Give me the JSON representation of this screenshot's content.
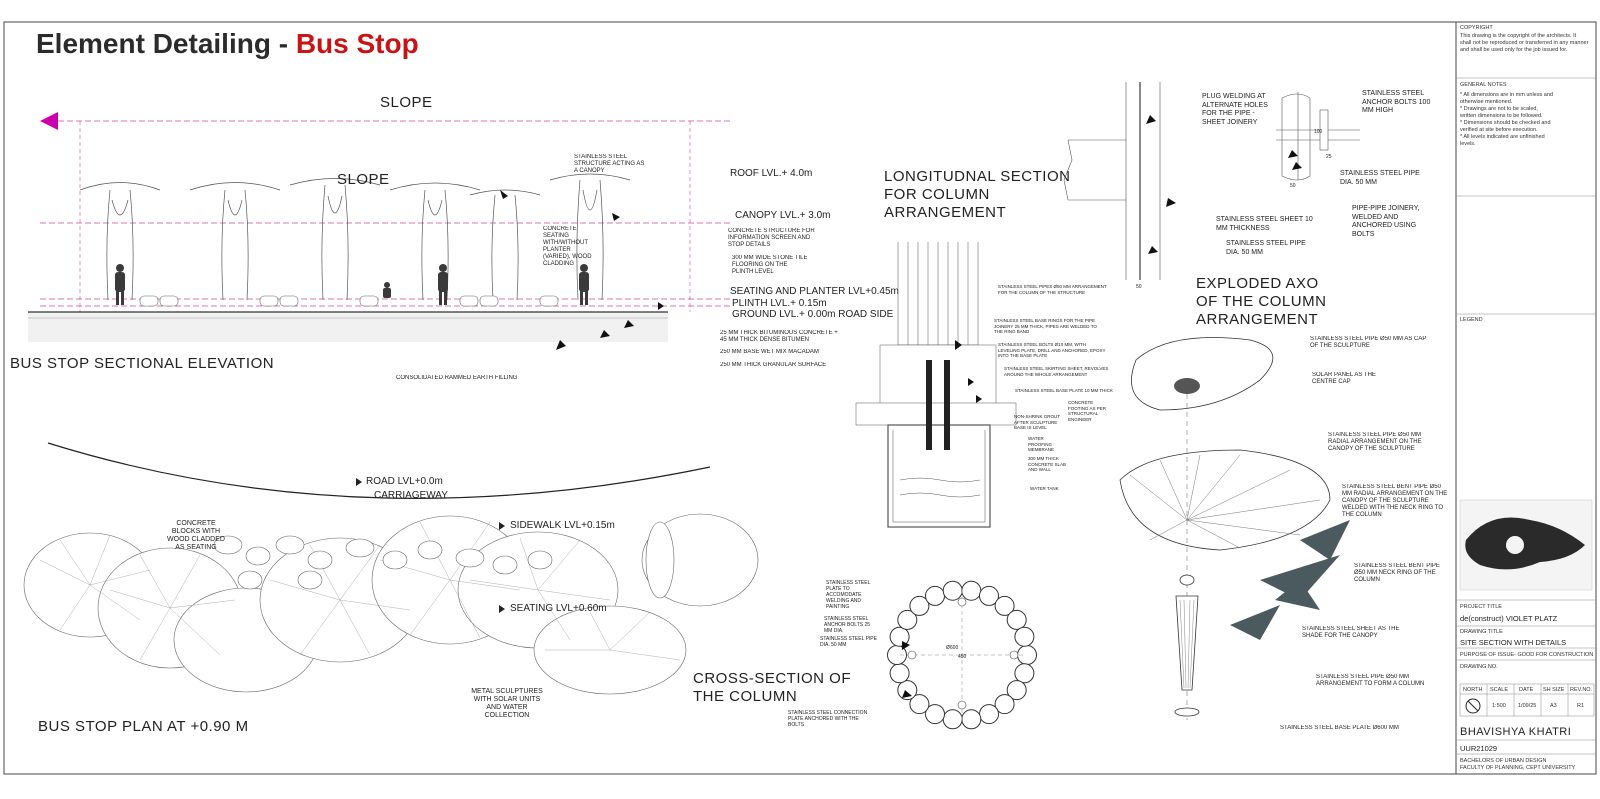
{
  "title": {
    "main": "Element Detailing - ",
    "accent": "Bus Stop"
  },
  "colors": {
    "accent": "#c81414",
    "level_line": "#d04aa0",
    "shade": "#4a5a5e",
    "arrow": "#cc00aa"
  },
  "elevation": {
    "heading": "BUS STOP SECTIONAL ELEVATION",
    "slope_top": "SLOPE",
    "slope_mid": "SLOPE",
    "levels": {
      "roof": "ROOF LVL.+ 4.0m",
      "canopy": "CANOPY LVL.+ 3.0m",
      "seating": "SEATING AND PLANTER LVL+0.45m",
      "plinth": "PLINTH LVL.+ 0.15m",
      "ground": "GROUND LVL.+ 0.00m ROAD SIDE"
    },
    "notes": {
      "steel": "STAINLESS STEEL STRUCTURE ACTING AS A CANOPY",
      "concrete_seating": "CONCRETE SEATING WITH/WITHOUT PLANTER (VARIED), WOOD CLADDING",
      "info_screen": "CONCRETE STRUCTURE FOR INFORMATION SCREEN AND STOP DETAILS",
      "stone_tile": "300 MM WIDE STONE TILE FLOORING ON THE PLINTH LEVEL",
      "bituminous": "25 MM THICK BITUMINOUS CONCRETE + 45 MM THICK DENSE BITUMEN",
      "macadam": "250 MM BASE WET MIX MACADAM",
      "granular": "250 MM THICK GRANULAR SURFACE",
      "earth": "CONSOLIDATED RAMMED EARTH FILLING"
    }
  },
  "plan": {
    "heading": "BUS STOP PLAN AT +0.90 M",
    "road": "ROAD LVL+0.0m",
    "carriageway": "CARRIAGEWAY",
    "sidewalk": "SIDEWALK LVL+0.15m",
    "seating": "SEATING LVL+0.60m",
    "blocks": "CONCRETE BLOCKS WITH WOOD CLADDED AS SEATING",
    "sculptures": "METAL SCULPTURES WITH SOLAR UNITS AND WATER COLLECTION"
  },
  "longitudinal": {
    "heading_1": "LONGITUDNAL SECTION",
    "heading_2": "FOR COLUMN",
    "heading_3": "ARRANGEMENT",
    "notes": [
      "STAINLESS STEEL PIPES Ø50 MM ARRANGEMENT FOR THE COLUMN OF THE STRUCTURE",
      "STAINLESS STEEL BASE RINGS FOR THE PIPE JOINERY 25 MM THICK, PIPES ARE WELDED TO THE RING BAND",
      "STAINLESS STEEL BOLTS Ø10 MM, WITH LEVELING PLATE, DRILL AND ANCHORED, EPOXY INTO THE BASE PLATE",
      "STAINLESS STEEL SKIRTING SHEET, REVOLVES AROUND THE WHOLE ARRANGEMENT",
      "STAINLESS STEEL BASE PLATE 10 MM THICK",
      "CONCRETE FOOTING AS PER STRUCTURAL ENGINEER",
      "NON-SHRINK GROUT AFTER SCULPTURE BASE IS LEVEL",
      "WATER PROOFING MEMBRANE",
      "300 MM THICK CONCRETE SLAB AND WALL",
      "WATER TANK"
    ]
  },
  "pipe_detail": {
    "plug_welding": "PLUG WELDING AT ALTERNATE HOLES FOR THE PIPE - SHEET JOINERY",
    "sheet": "STAINLESS STEEL SHEET 10 MM THICKNESS",
    "pipe_a": "STAINLESS STEEL PIPE DIA. 50 MM",
    "anchor": "STAINLESS STEEL ANCHOR BOLTS 100 MM HIGH",
    "pipe_b": "STAINLESS STEEL PIPE DIA. 50 MM",
    "joinery": "PIPE-PIPE JOINERY, WELDED AND ANCHORED USING BOLTS",
    "dim_a": "50",
    "dim_b": "25",
    "dim_c": "50",
    "dim_d": "100"
  },
  "cross_section": {
    "heading_1": "CROSS-SECTION OF",
    "heading_2": "THE COLUMN",
    "plate": "STAINLESS STEEL PLATE TO ACCOMODATE WELDING AND PAINTING",
    "anchor": "STAINLESS STEEL ANCHOR BOLTS 25 MM DIA.",
    "pipe": "STAINLESS STEEL PIPE DIA. 50 MM",
    "connection": "STAINLESS STEEL CONNECTION PLATE ANCHORED WITH THE BOLTS",
    "dim_outer": "Ø600",
    "dim_inner": "450"
  },
  "axo": {
    "heading_1": "EXPLODED AXO",
    "heading_2": "OF THE COLUMN",
    "heading_3": "ARRANGEMENT",
    "notes": [
      "STAINLESS STEEL PIPE Ø50 MM AS CAP OF THE SCULPTURE",
      "SOLAR PANEL AS THE CENTRE CAP",
      "STAINLESS STEEL PIPE Ø50 MM RADIAL ARRANGEMENT ON THE CANOPY OF THE SCULPTURE",
      "STAINLESS STEEL BENT PIPE Ø50 MM RADIAL ARRANGEMENT ON THE CANOPY OF THE SCULPTURE WELDED WITH THE NECK RING TO THE COLUMN",
      "STAINLESS STEEL BENT PIPE Ø50 MM NECK RING OF THE COLUMN",
      "STAINLESS STEEL SHEET AS THE SHADE FOR THE CANOPY",
      "STAINLESS STEEL PIPE Ø50 MM ARRANGEMENT TO FORM A COLUMN",
      "STAINLESS STEEL BASE PLATE Ø600 MM"
    ]
  },
  "title_block": {
    "copyright_head": "COPYRIGHT",
    "copyright_text": [
      "This drawing is the copyright of the architects. It",
      "shall not be reproduced or transferred in any manner",
      "and shall be used only for the job issued for."
    ],
    "general_head": "GENERAL NOTES",
    "general_text": [
      "* All dimensions are in mm unless and",
      "otherwise mentioned.",
      "* Drawings are not to be scaled,",
      "written dimensions to be followed.",
      "* Dimensions should be checked and",
      "verified at site before execution.",
      "* All levels indicated are unfinished",
      "levels."
    ],
    "legend_head": "LEGEND",
    "project_head": "PROJECT TITLE",
    "project": "de(construct) VIOLET PLATZ",
    "drawing_head": "DRAWING TITLE",
    "drawing": "SITE SECTION WITH DETAILS",
    "purpose": "PURPOSE OF ISSUE- GOOD FOR CONSTRUCTION",
    "drawing_no": "DRAWING NO.",
    "cols": [
      "NORTH",
      "SCALE",
      "DATE",
      "SH SIZE",
      "REV.NO."
    ],
    "vals": [
      "",
      "1:500",
      "1/09/25",
      "A3",
      "R1"
    ],
    "name": "BHAVISHYA KHATRI",
    "id": "UUR21029",
    "school_1": "BACHELORS OF URBAN DESIGN",
    "school_2": "FACULTY OF PLANNING, CEPT UNIVERSITY"
  }
}
